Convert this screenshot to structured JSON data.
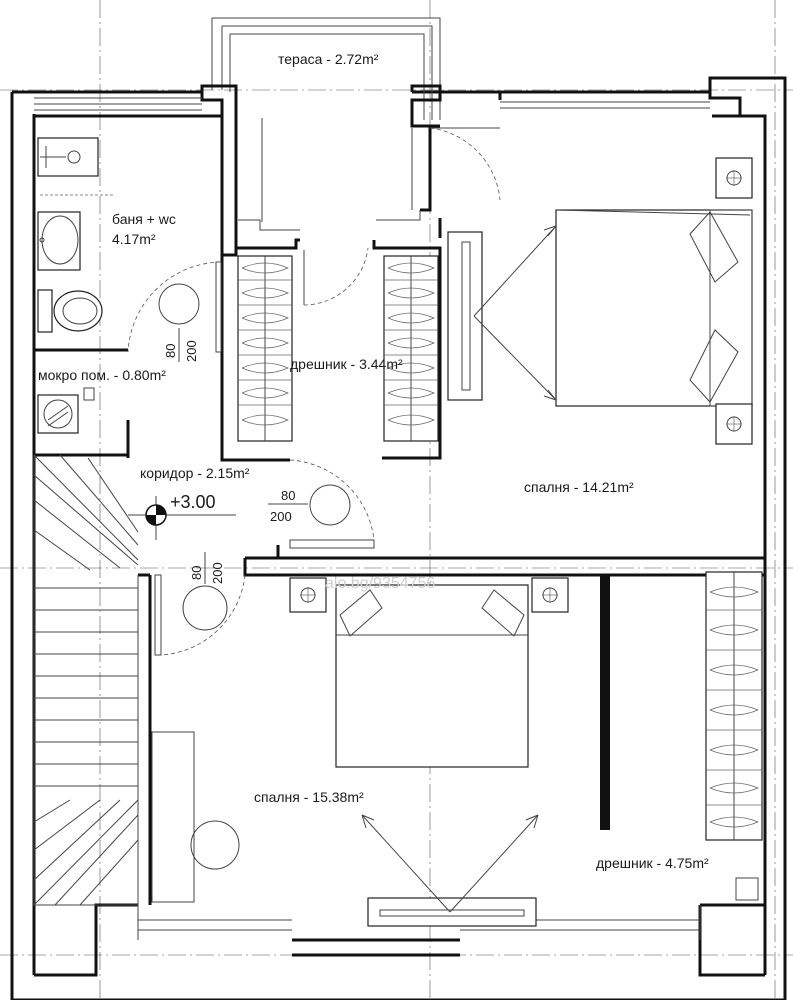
{
  "rooms": {
    "terrace": "тераса - 2.72m²",
    "bath_name": "баня + wc",
    "bath_area": "4.17m²",
    "wardrobe_mid": "дрешник - 3.44m²",
    "laundry": "мокро пом. - 0.80m²",
    "corridor": "коридор - 2.15m²",
    "bedroom_east": "спалня - 14.21m²",
    "bedroom_south": "спалня - 15.38m²",
    "wardrobe_east": "дрешник - 4.75m²"
  },
  "level": {
    "mark": "+3.00"
  },
  "doors": {
    "bath": {
      "w": "80",
      "h": "200"
    },
    "bedroom_east": {
      "w": "80",
      "h": "200"
    },
    "bedroom_south": {
      "w": "80",
      "h": "200"
    }
  },
  "watermark": "alo.bg/9354756"
}
